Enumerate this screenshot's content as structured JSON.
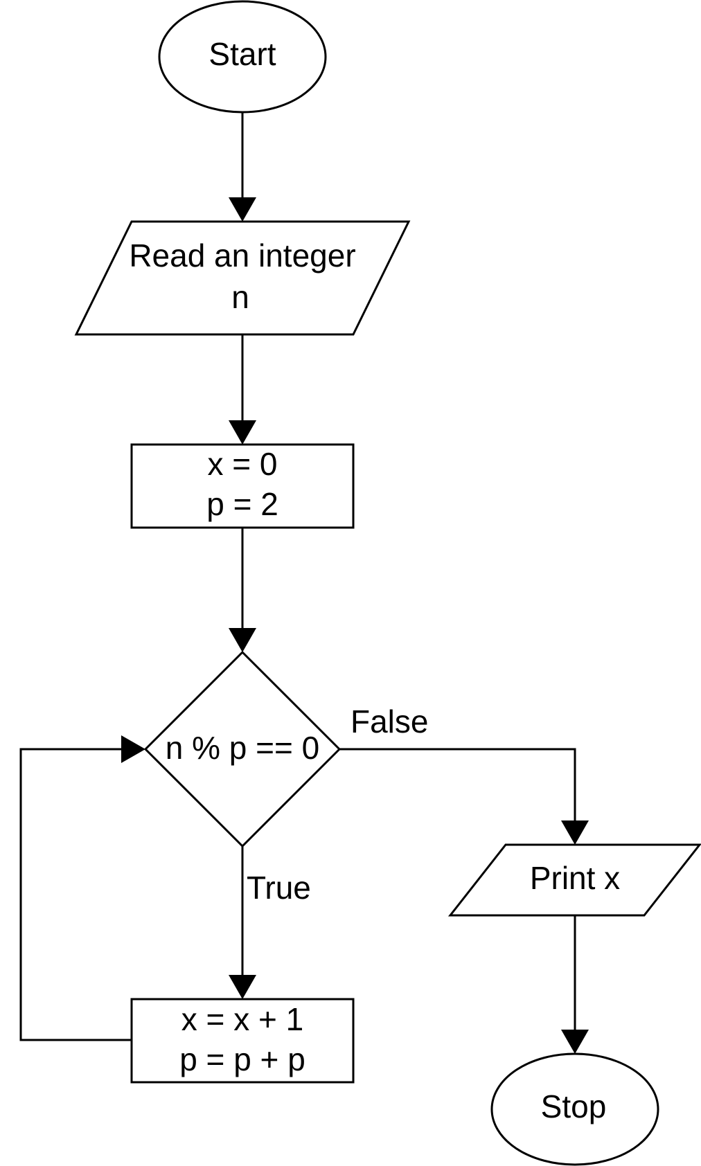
{
  "nodes": {
    "start": "Start",
    "read_line1": "Read an integer",
    "read_line2": "n",
    "init_line1": "x = 0",
    "init_line2": "p = 2",
    "decision": "n % p == 0",
    "update_line1": "x = x + 1",
    "update_line2": "p = p + p",
    "print": "Print x",
    "stop": "Stop"
  },
  "edges": {
    "false_label": "False",
    "true_label": "True"
  }
}
